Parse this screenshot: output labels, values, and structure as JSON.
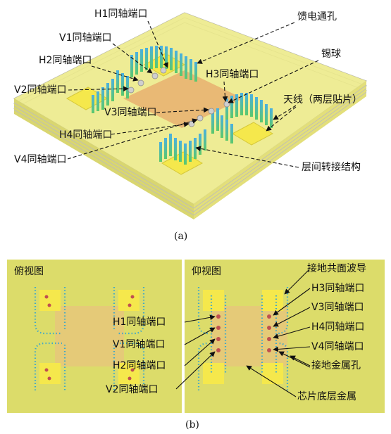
{
  "panel_a": {
    "caption": "(a)",
    "labels": {
      "h1": "H1同轴端口",
      "v1": "V1同轴端口",
      "h2": "H2同轴端口",
      "v2": "V2同轴端口",
      "v3": "V3同轴端口",
      "h4": "H4同轴端口",
      "v4": "V4同轴端口",
      "h3": "H3同轴端口",
      "feed_via": "馈电通孔",
      "solder_ball": "锡球",
      "antenna": "天线（两层贴片）",
      "interlayer": "层间转接结构"
    }
  },
  "panel_b": {
    "caption": "(b)",
    "top_view_title": "俯视图",
    "bottom_view_title": "仰视图",
    "labels": {
      "h1": "H1同轴端口",
      "v1": "V1同轴端口",
      "h2": "H2同轴端口",
      "v2": "V2同轴端口",
      "cpw": "接地共面波导",
      "h3": "H3同轴端口",
      "v3": "V3同轴端口",
      "h4": "H4同轴端口",
      "v4": "V4同轴端口",
      "ground_via": "接地金属孔",
      "chip_metal": "芯片底层金属"
    }
  },
  "colors": {
    "substrate": "#e8e27a",
    "panel": "#dcdc6a",
    "patch": "#f2e64a",
    "chip": "#e8b070",
    "via": "#3fa8c8",
    "via_green": "#6cc05a",
    "port": "#c05050"
  }
}
